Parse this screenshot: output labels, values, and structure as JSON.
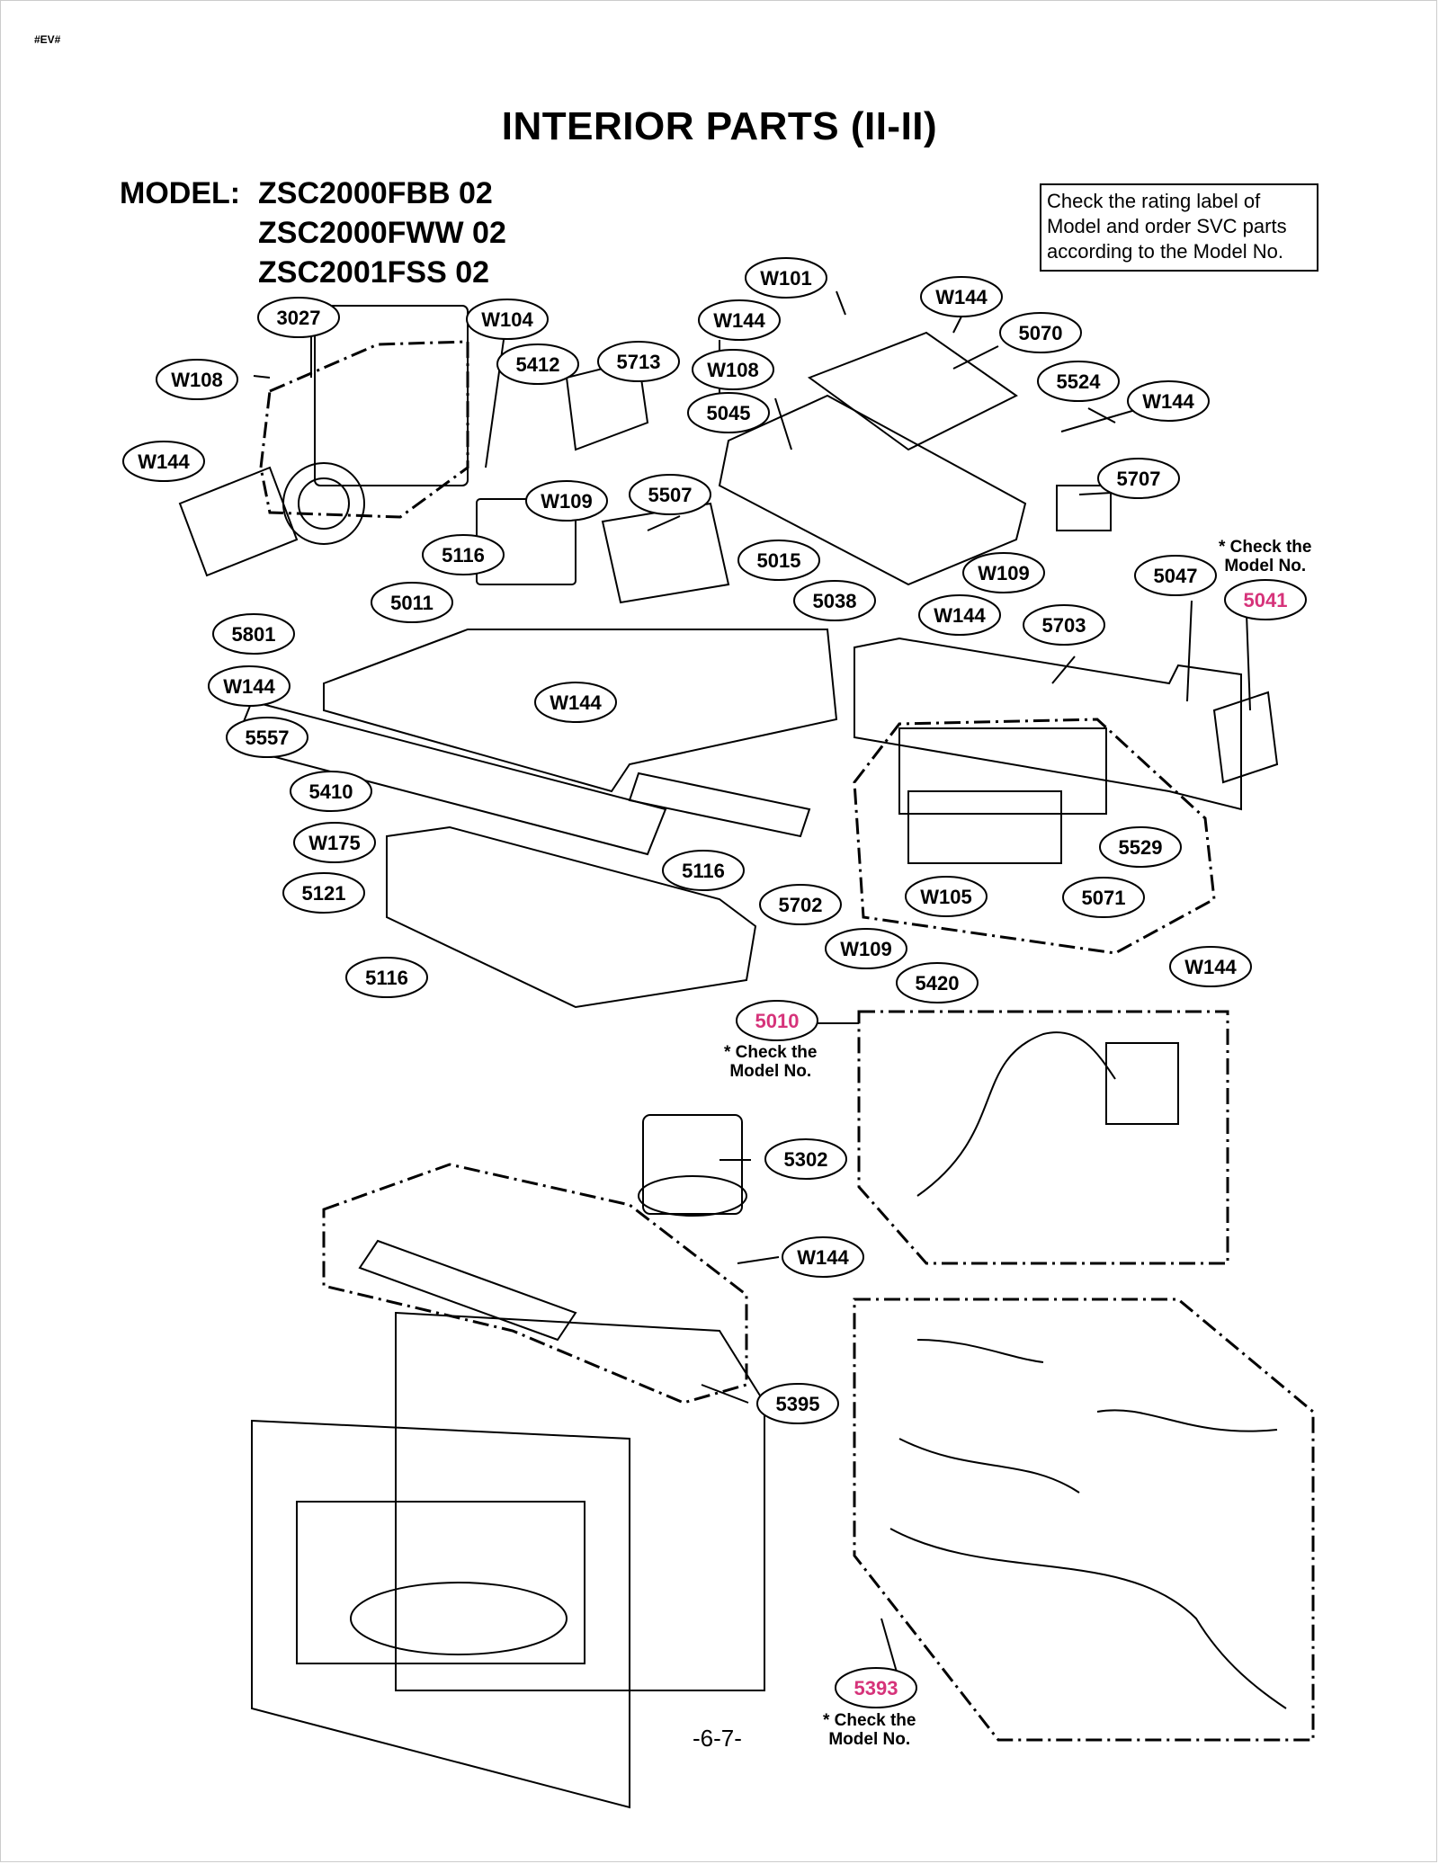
{
  "corner_tag": "#EV#",
  "title": "INTERIOR PARTS (II-II)",
  "model": {
    "label": "MODEL:",
    "numbers": [
      "ZSC2000FBB 02",
      "ZSC2000FWW 02",
      "ZSC2001FSS 02"
    ]
  },
  "notice": "Check the rating label of Model and order SVC parts according to the Model No.",
  "check_note": {
    "line1": "* Check the",
    "line2": "Model No."
  },
  "page_number": "-6-7-",
  "accent_color": "#d6337a",
  "callouts": [
    {
      "id": "W101"
    },
    {
      "id": "W144"
    },
    {
      "id": "3027"
    },
    {
      "id": "W104"
    },
    {
      "id": "W144"
    },
    {
      "id": "5070"
    },
    {
      "id": "W108"
    },
    {
      "id": "5412"
    },
    {
      "id": "5713"
    },
    {
      "id": "W108"
    },
    {
      "id": "5524"
    },
    {
      "id": "W144"
    },
    {
      "id": "5045"
    },
    {
      "id": "W144"
    },
    {
      "id": "W109"
    },
    {
      "id": "5507"
    },
    {
      "id": "5707"
    },
    {
      "id": "5116"
    },
    {
      "id": "5015"
    },
    {
      "id": "W109"
    },
    {
      "id": "5047"
    },
    {
      "id": "5041",
      "highlight": true
    },
    {
      "id": "5011"
    },
    {
      "id": "5038"
    },
    {
      "id": "W144"
    },
    {
      "id": "5703"
    },
    {
      "id": "5801"
    },
    {
      "id": "W144"
    },
    {
      "id": "W144"
    },
    {
      "id": "5557"
    },
    {
      "id": "5410"
    },
    {
      "id": "W175"
    },
    {
      "id": "5529"
    },
    {
      "id": "5116"
    },
    {
      "id": "5121"
    },
    {
      "id": "5702"
    },
    {
      "id": "W105"
    },
    {
      "id": "5071"
    },
    {
      "id": "W109"
    },
    {
      "id": "5420"
    },
    {
      "id": "W144"
    },
    {
      "id": "5116"
    },
    {
      "id": "5010",
      "highlight": true
    },
    {
      "id": "5302"
    },
    {
      "id": "W144"
    },
    {
      "id": "5395"
    },
    {
      "id": "5393",
      "highlight": true
    }
  ]
}
